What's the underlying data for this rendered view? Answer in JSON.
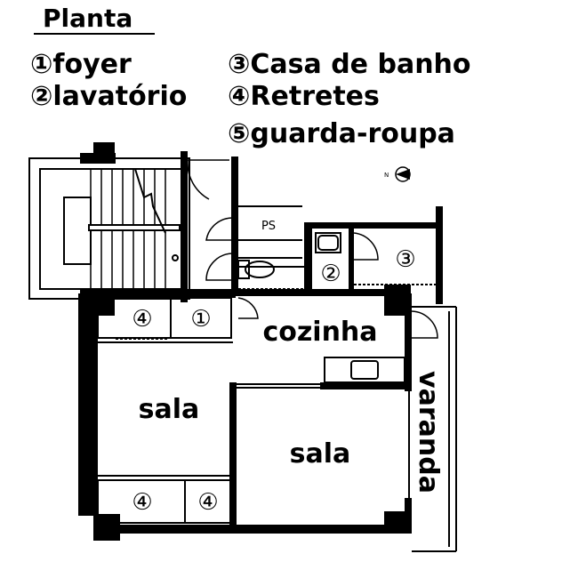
{
  "title": "Planta",
  "legend": [
    "①foyer",
    "②lavatório",
    "③Casa de banho",
    "④Retretes",
    "⑤guarda-roupa"
  ],
  "rooms": {
    "sala_left": "sala",
    "sala_right": "sala",
    "cozinha": "cozinha",
    "varanda": "varanda",
    "ps": "PS"
  },
  "markers": {
    "foyer": "①",
    "lavatorio": "②",
    "bath": "③",
    "wc_top": "④",
    "wc_bottom_left": "④",
    "wc_bottom_right": "④"
  },
  "compass": {
    "north_letter": "N"
  }
}
